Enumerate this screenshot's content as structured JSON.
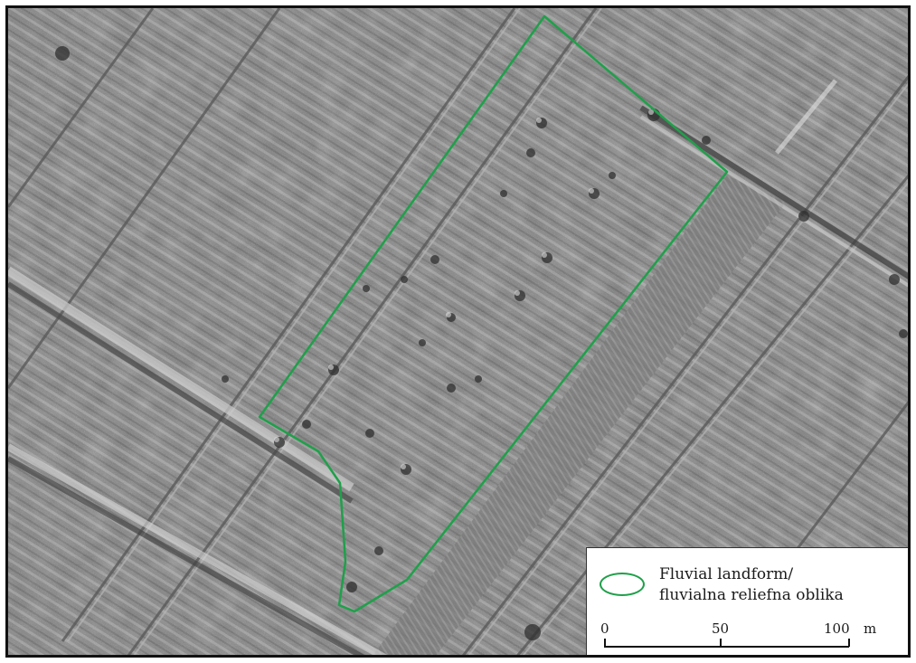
{
  "map": {
    "background": "hillshade relief",
    "outline_color": "#1fa04a"
  },
  "legend": {
    "line1": "Fluvial landform/",
    "line2": "fluvialna reliefna oblika",
    "symbol_color": "#1fa04a"
  },
  "scale": {
    "tick0": "0",
    "tick50": "50",
    "tick100": "100",
    "unit": "m"
  }
}
